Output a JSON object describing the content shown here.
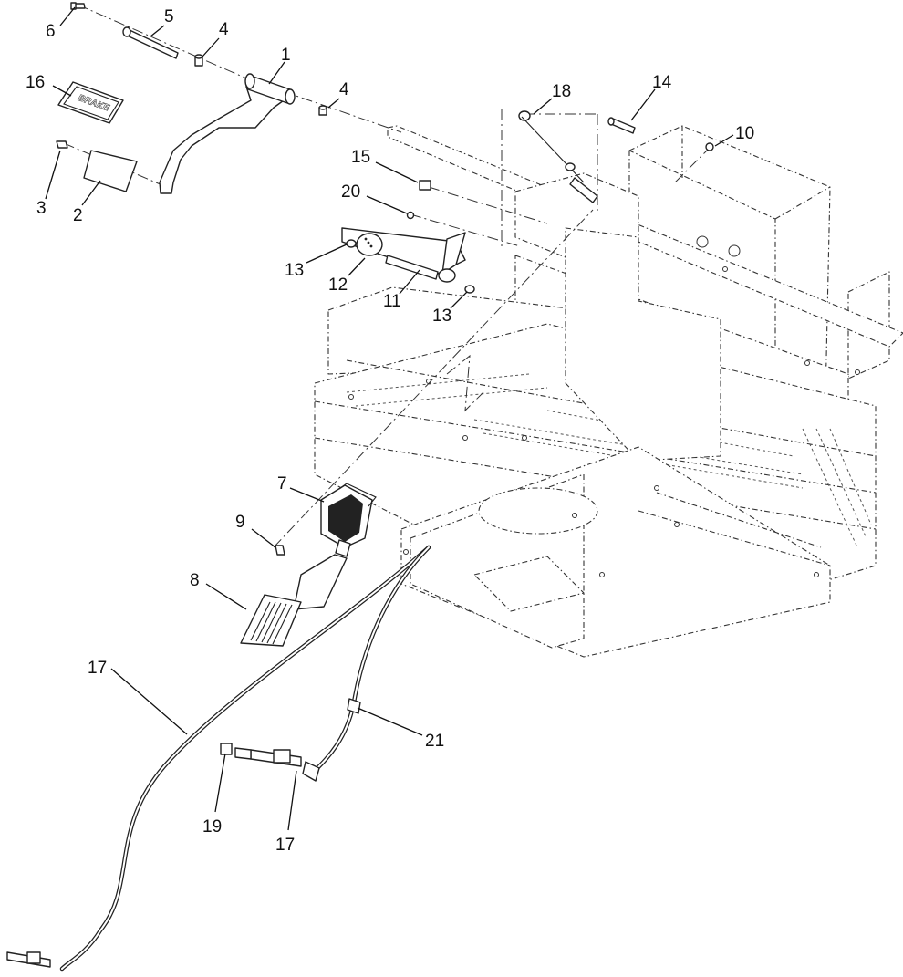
{
  "diagram": {
    "callouts": [
      {
        "id": "c6",
        "text": "6"
      },
      {
        "id": "c5",
        "text": "5"
      },
      {
        "id": "c4a",
        "text": "4"
      },
      {
        "id": "c1",
        "text": "1"
      },
      {
        "id": "c4b",
        "text": "4"
      },
      {
        "id": "c16",
        "text": "16"
      },
      {
        "id": "c18",
        "text": "18"
      },
      {
        "id": "c14",
        "text": "14"
      },
      {
        "id": "c10",
        "text": "10"
      },
      {
        "id": "c15",
        "text": "15"
      },
      {
        "id": "c3",
        "text": "3"
      },
      {
        "id": "c2",
        "text": "2"
      },
      {
        "id": "c20",
        "text": "20"
      },
      {
        "id": "c13a",
        "text": "13"
      },
      {
        "id": "c12",
        "text": "12"
      },
      {
        "id": "c11",
        "text": "11"
      },
      {
        "id": "c13b",
        "text": "13"
      },
      {
        "id": "c7",
        "text": "7"
      },
      {
        "id": "c9",
        "text": "9"
      },
      {
        "id": "c8",
        "text": "8"
      },
      {
        "id": "c17a",
        "text": "17"
      },
      {
        "id": "c21",
        "text": "21"
      },
      {
        "id": "c19",
        "text": "19"
      },
      {
        "id": "c17b",
        "text": "17"
      }
    ],
    "brake_pad_label": "BRAKE"
  }
}
